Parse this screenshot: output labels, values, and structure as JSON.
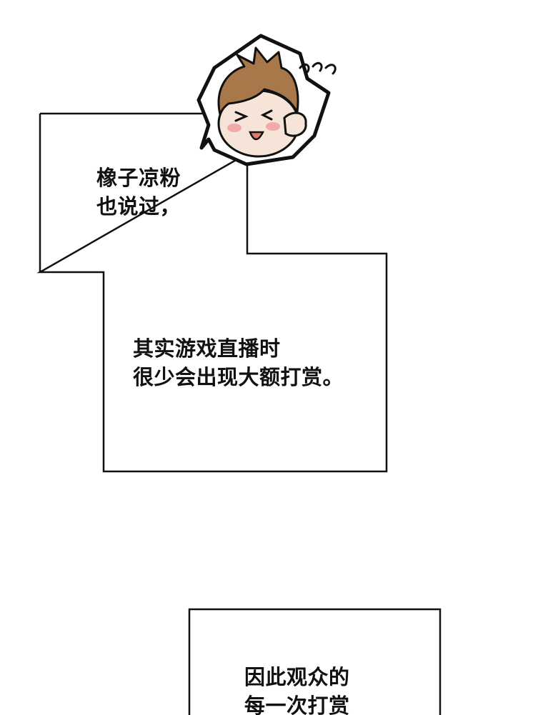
{
  "panel_1": {
    "lines": [
      "橡子凉粉",
      "也说过，"
    ]
  },
  "panel_2": {
    "lines": [
      "其实游戏直播时",
      "很少会出现大额打赏。"
    ]
  },
  "panel_3": {
    "lines": [
      "因此观众的",
      "每一次打赏"
    ]
  },
  "colors": {
    "background": "#ffffff",
    "border": "#111111",
    "hair": "#a8784a",
    "skin": "#f6e4d8",
    "blush": "#f2a9a9",
    "mouth": "#e07a6e"
  },
  "icons": {
    "avatar": "chibi-character-icon"
  }
}
